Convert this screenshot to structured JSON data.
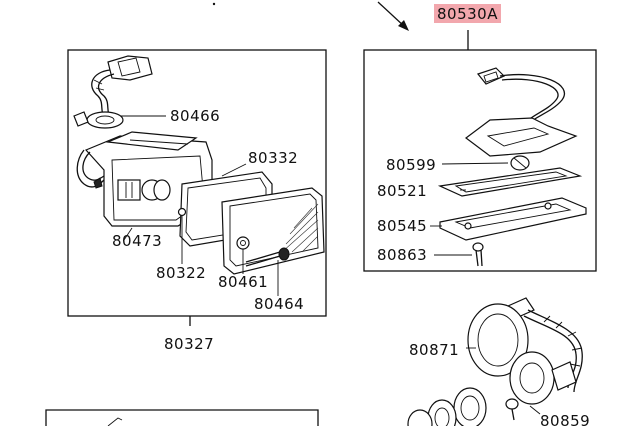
{
  "labels": {
    "assembly_right": "80530A",
    "p80466": "80466",
    "p80332": "80332",
    "p80473": "80473",
    "p80322": "80322",
    "p80461": "80461",
    "p80464": "80464",
    "p80327": "80327",
    "p80599": "80599",
    "p80521": "80521",
    "p80545": "80545",
    "p80863": "80863",
    "p80871": "80871",
    "p80859": "80859"
  },
  "colors": {
    "highlight": "#f2a7ad",
    "line": "#111111",
    "background": "#ffffff"
  }
}
